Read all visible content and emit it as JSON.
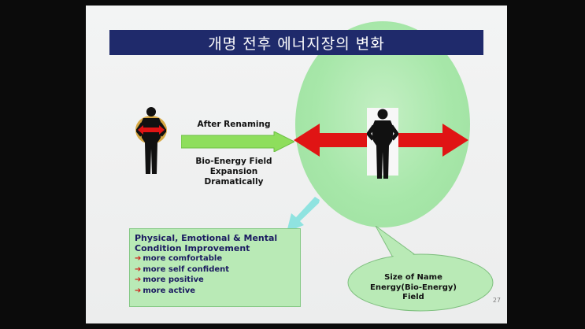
{
  "slide": {
    "title": "개명 전후 에너지장의 변화",
    "after_label": "After Renaming",
    "expansion_label": [
      "Bio-Energy Field",
      "Expansion",
      "Dramatically"
    ],
    "box": {
      "title_lines": [
        "Physical, Emotional & Mental",
        "Condition Improvement"
      ],
      "items": [
        "more comfortable",
        "more self confident",
        "more positive",
        "more active"
      ]
    },
    "bubble_lines": [
      "Size of Name",
      "Energy(Bio-Energy)",
      "Field"
    ],
    "page_number": "27"
  },
  "colors": {
    "title_bg": "#1f2a6b",
    "circle_fill": "#a7e7a9",
    "green_arrow": "#8ede5c",
    "red_arrow": "#e01414",
    "box_fill": "#b9eab6",
    "figure_ring": "#d4a33a"
  },
  "icons": [
    "businessman-silhouette",
    "double-arrow",
    "right-arrow",
    "right-arrow-bullet"
  ]
}
